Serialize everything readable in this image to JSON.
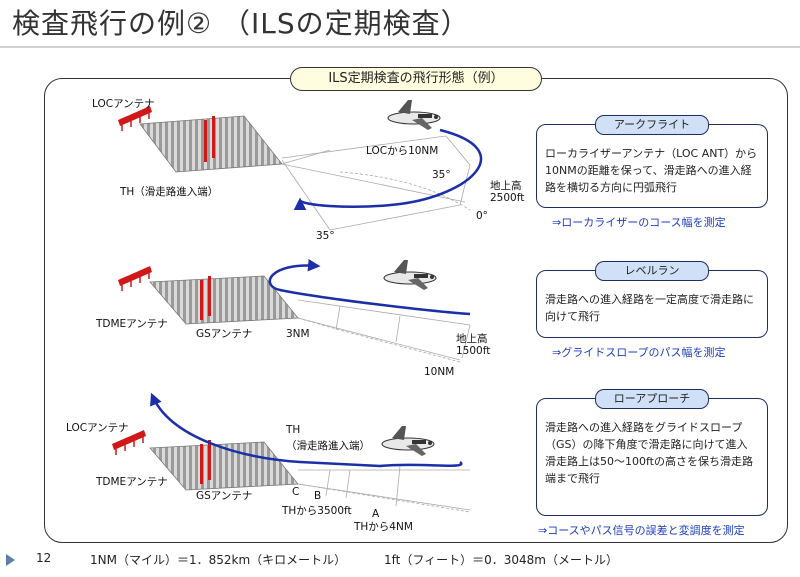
{
  "header": {
    "title": "検査飛行の例② （ILSの定期検査）"
  },
  "diagram": {
    "title": "ILS定期検査の飛行形態（例）",
    "arc": {
      "loc_antenna": "LOCアンテナ",
      "threshold": "TH（滑走路進入端）",
      "distance": "LOCから10NM",
      "angle_right": "35°",
      "angle_left": "35°",
      "zero": "0°",
      "alt_line1": "地上高",
      "alt_line2": "2500ft"
    },
    "level": {
      "tdme_antenna": "TDMEアンテナ",
      "gs_antenna": "GSアンテナ",
      "dist_3nm": "3NM",
      "dist_10nm": "10NM",
      "alt_line1": "地上高",
      "alt_line2": "1500ft"
    },
    "approach": {
      "loc_antenna": "LOCアンテナ",
      "tdme_antenna": "TDMEアンテナ",
      "gs_antenna": "GSアンテナ",
      "th_line1": "TH",
      "th_line2": "（滑走路進入端）",
      "point_c": "C",
      "point_b": "B",
      "point_a": "A",
      "th_3500": "THから3500ft",
      "th_4nm": "THから4NM"
    }
  },
  "panels": [
    {
      "header": "アークフライト",
      "lines": [
        "ローカライザーアンテナ（LOC ANT）から10NMの距離を保って、滑走路への進入経路を横切る方向に円弧飛行"
      ],
      "note": "⇒ローカライザーのコース幅を測定"
    },
    {
      "header": "レベルラン",
      "lines": [
        "滑走路への進入経路を一定高度で滑走路に向けて飛行"
      ],
      "note": "⇒グライドスロープのパス幅を測定"
    },
    {
      "header": "ローアプローチ",
      "lines": [
        "滑走路への進入経路をグライドスロープ（GS）の降下角度で滑走路に向けて進入",
        "滑走路上は50～100ftの高さを保ち滑走路端まで飛行"
      ],
      "note": "⇒コースやパス信号の誤差と変調度を測定"
    }
  ],
  "footer": {
    "page": "12",
    "nm": "1NM（マイル）＝1．852km（キロメートル）",
    "ft": "1ft（フィート）＝0．3048m（メートル）"
  },
  "colors": {
    "path": "#1a2fa8",
    "antenna": "#d01818",
    "note": "#1b3dbd",
    "panel_header": "#cfe0f7"
  }
}
